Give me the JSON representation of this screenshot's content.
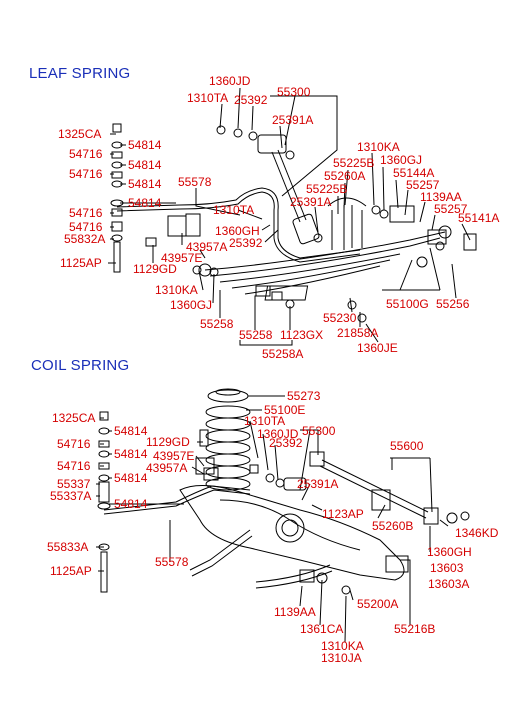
{
  "sections": {
    "leaf_title": "LEAF SPRING",
    "coil_title": "COIL SPRING"
  },
  "leaf_labels": {
    "l1360JD": "1360JD",
    "l1310TA": "1310TA",
    "l25392": "25392",
    "l55300": "55300",
    "l25391A": "25391A",
    "l1325CA": "1325CA",
    "l54814a": "54814",
    "l54716a": "54716",
    "l54814b": "54814",
    "l54716b": "54716",
    "l54814c": "54814",
    "l55578": "55578",
    "l54814d": "54814",
    "l54716c": "54716",
    "l54716d": "54716",
    "l55832A": "55832A",
    "l1125AP": "1125AP",
    "l1129GD": "1129GD",
    "l43957A": "43957A",
    "l43957E": "43957E",
    "l1310TAb": "1310TA",
    "l1360GH": "1360GH",
    "l25392b": "25392",
    "l1310KA": "1310KA",
    "l1360GJ": "1360GJ",
    "l55258": "55258",
    "l55258b": "55258",
    "l1123GX": "1123GX",
    "l55258A": "55258A",
    "l55230": "55230",
    "l21858A": "21858A",
    "l1360JE": "1360JE",
    "l55225B": "55225B",
    "l55260A": "55260A",
    "l55225Bb": "55225B",
    "l25391Ab": "25391A",
    "l1310KAb": "1310KA",
    "l1360GJb": "1360GJ",
    "l55144A": "55144A",
    "l55257": "55257",
    "l1139AA": "1139AA",
    "l55257b": "55257",
    "l55141A": "55141A",
    "l55100G": "55100G",
    "l55256": "55256"
  },
  "coil_labels": {
    "c55273": "55273",
    "c55100E": "55100E",
    "c1310TA": "1310TA",
    "c1360JD": "1360JD",
    "c55300": "55300",
    "c25392": "25392",
    "c55600": "55600",
    "c1325CA": "1325CA",
    "c54814a": "54814",
    "c54716a": "54716",
    "c1129GD": "1129GD",
    "c54814b": "54814",
    "c43957E": "43957E",
    "c54716b": "54716",
    "c43957A": "43957A",
    "c54814c": "54814",
    "c55337": "55337",
    "c55337A": "55337A",
    "c54814d": "54814",
    "c25391A": "25391A",
    "c1123AP": "1123AP",
    "c55260B": "55260B",
    "c1346KD": "1346KD",
    "c55833A": "55833A",
    "c55578": "55578",
    "c1360GH": "1360GH",
    "c1125AP": "1125AP",
    "c13603": "13603",
    "c13603A": "13603A",
    "c55200A": "55200A",
    "c1139AA": "1139AA",
    "c1361CA": "1361CA",
    "c55216B": "55216B",
    "c1310KA": "1310KA",
    "c1310JA": "1310JA"
  },
  "colors": {
    "label": "#d40000",
    "heading": "#1a2fb8",
    "line": "#000000"
  }
}
